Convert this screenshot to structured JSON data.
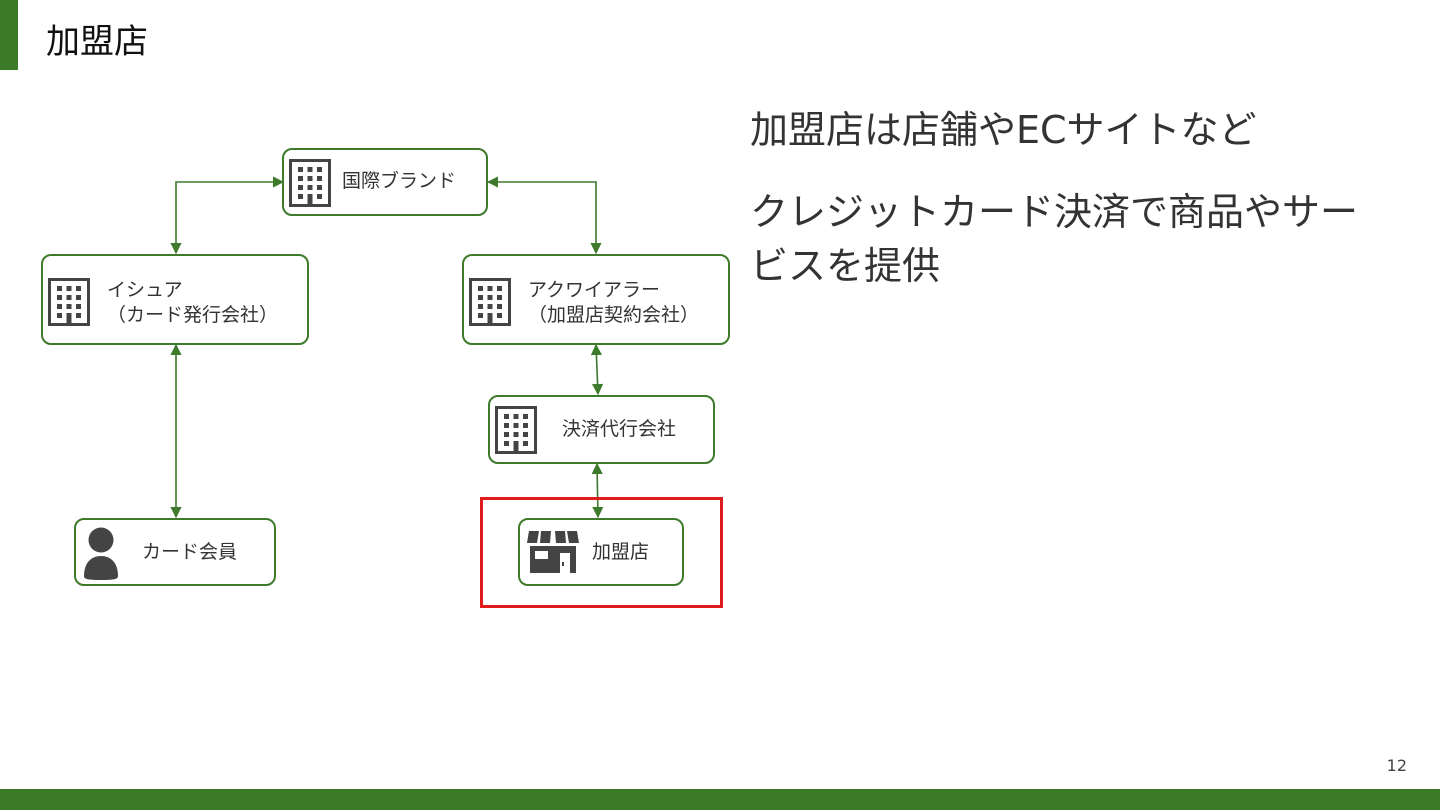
{
  "slide": {
    "title": "加盟店",
    "page_number": "12",
    "accent_color": "#3b7a26"
  },
  "diagram": {
    "nodes": [
      {
        "id": "brand",
        "label_lines": [
          "国際ブランド"
        ],
        "icon": "building-icon"
      },
      {
        "id": "issuer",
        "label_lines": [
          "イシュア",
          "（カード発行会社）"
        ],
        "icon": "building-icon"
      },
      {
        "id": "acquirer",
        "label_lines": [
          "アクワイアラー",
          "（加盟店契約会社）"
        ],
        "icon": "building-icon"
      },
      {
        "id": "payment_agent",
        "label_lines": [
          "決済代行会社"
        ],
        "icon": "building-icon"
      },
      {
        "id": "member",
        "label_lines": [
          "カード会員"
        ],
        "icon": "person-icon"
      },
      {
        "id": "merchant",
        "label_lines": [
          "加盟店"
        ],
        "icon": "storefront-icon"
      }
    ],
    "highlighted_node": "merchant",
    "highlight_color": "#e01b1b",
    "edge_color": "#3d7a2b"
  },
  "description": {
    "line1": "加盟店は店舗やECサイトなど",
    "line2": "クレジットカード決済で商品やサービスを提供"
  }
}
